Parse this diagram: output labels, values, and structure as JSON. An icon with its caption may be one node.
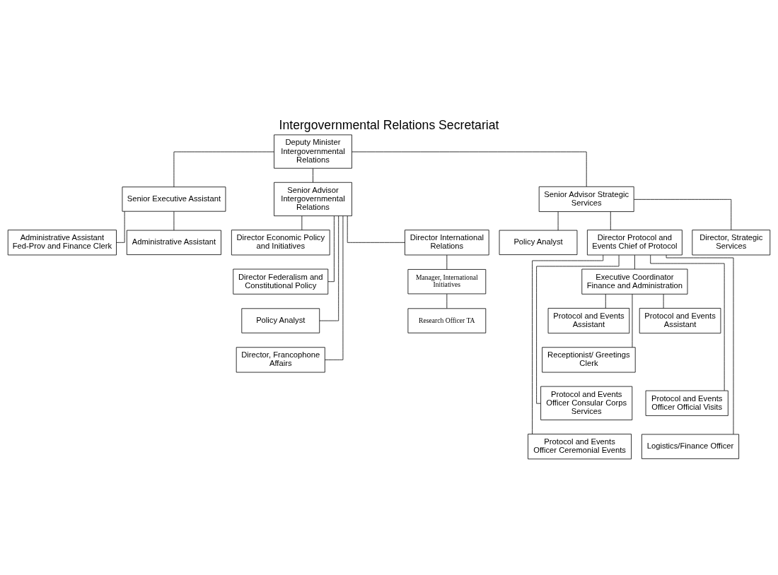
{
  "diagram": {
    "title": "Intergovernmental Relations Secretariat",
    "nodes": [
      {
        "text": [
          "Deputy Minister Intergovernmental Relations"
        ]
      },
      {
        "text": [
          "Senior Executive Assistant"
        ]
      },
      {
        "text": [
          "Administrative Assistant Fed-Prov and Finance Clerk"
        ]
      },
      {
        "text": [
          "Administrative Assistant"
        ]
      },
      {
        "text": [
          "Senior Advisor Intergovernmental Relations"
        ]
      },
      {
        "text": [
          "Senior Advisor Strategic Services"
        ]
      },
      {
        "text": [
          "Director Economic Policy and Initiatives"
        ]
      },
      {
        "text": [
          "Director Federalism and Constitutional Policy"
        ]
      },
      {
        "text": [
          "Policy Analyst"
        ]
      },
      {
        "text": [
          "Director, Francophone Affairs"
        ]
      },
      {
        "text": [
          "Director International Relations"
        ]
      },
      {
        "text": [
          "Manager, International Initiatives"
        ]
      },
      {
        "text": [
          "Research Officer TA"
        ]
      },
      {
        "text": [
          "Policy Analyst"
        ]
      },
      {
        "text": [
          "Director Protocol and Events Chief of Protocol"
        ]
      },
      {
        "text": [
          "Director, Strategic Services"
        ]
      },
      {
        "text": [
          "Executive Coordinator Finance and Administration"
        ]
      },
      {
        "text": [
          "Protocol and Events Assistant"
        ]
      },
      {
        "text": [
          "Protocol and Events Assistant"
        ]
      },
      {
        "text": [
          "Receptionist/ Greetings Clerk"
        ]
      },
      {
        "text": [
          "Protocol and Events Officer Consular Corps Services"
        ]
      },
      {
        "text": [
          "Protocol and Events Officer Official Visits"
        ]
      },
      {
        "text": [
          "Protocol and Events Officer Ceremonial Events"
        ]
      },
      {
        "text": [
          "Logistics/Finance Officer"
        ]
      }
    ],
    "edges": [
      {
        "from": 0,
        "to": 1,
        "arrow": "none"
      },
      {
        "from": 1,
        "to": 2,
        "arrow": "none"
      },
      {
        "from": 1,
        "to": 3,
        "arrow": "none"
      },
      {
        "from": 0,
        "to": 4,
        "arrow": "none"
      },
      {
        "from": 0,
        "to": 5,
        "arrow": "none"
      },
      {
        "from": 4,
        "to": 6,
        "arrow": "none"
      },
      {
        "from": 4,
        "to": 7,
        "arrow": "none"
      },
      {
        "from": 4,
        "to": 8,
        "arrow": "none"
      },
      {
        "from": 4,
        "to": 9,
        "arrow": "none"
      },
      {
        "from": 4,
        "to": 10,
        "arrow": "none"
      },
      {
        "from": 10,
        "to": 11,
        "arrow": "none"
      },
      {
        "from": 11,
        "to": 12,
        "arrow": "none"
      },
      {
        "from": 5,
        "to": 13,
        "arrow": "none"
      },
      {
        "from": 5,
        "to": 14,
        "arrow": "none"
      },
      {
        "from": 5,
        "to": 15,
        "arrow": "none"
      },
      {
        "from": 14,
        "to": 16,
        "arrow": "none"
      },
      {
        "from": 16,
        "to": 17,
        "arrow": "none"
      },
      {
        "from": 16,
        "to": 18,
        "arrow": "none"
      },
      {
        "from": 16,
        "to": 19,
        "arrow": "none"
      },
      {
        "from": 14,
        "to": 20,
        "arrow": "none"
      },
      {
        "from": 14,
        "to": 21,
        "arrow": "none"
      },
      {
        "from": 14,
        "to": 22,
        "arrow": "none"
      },
      {
        "from": 14,
        "to": 23,
        "arrow": "none"
      }
    ]
  }
}
